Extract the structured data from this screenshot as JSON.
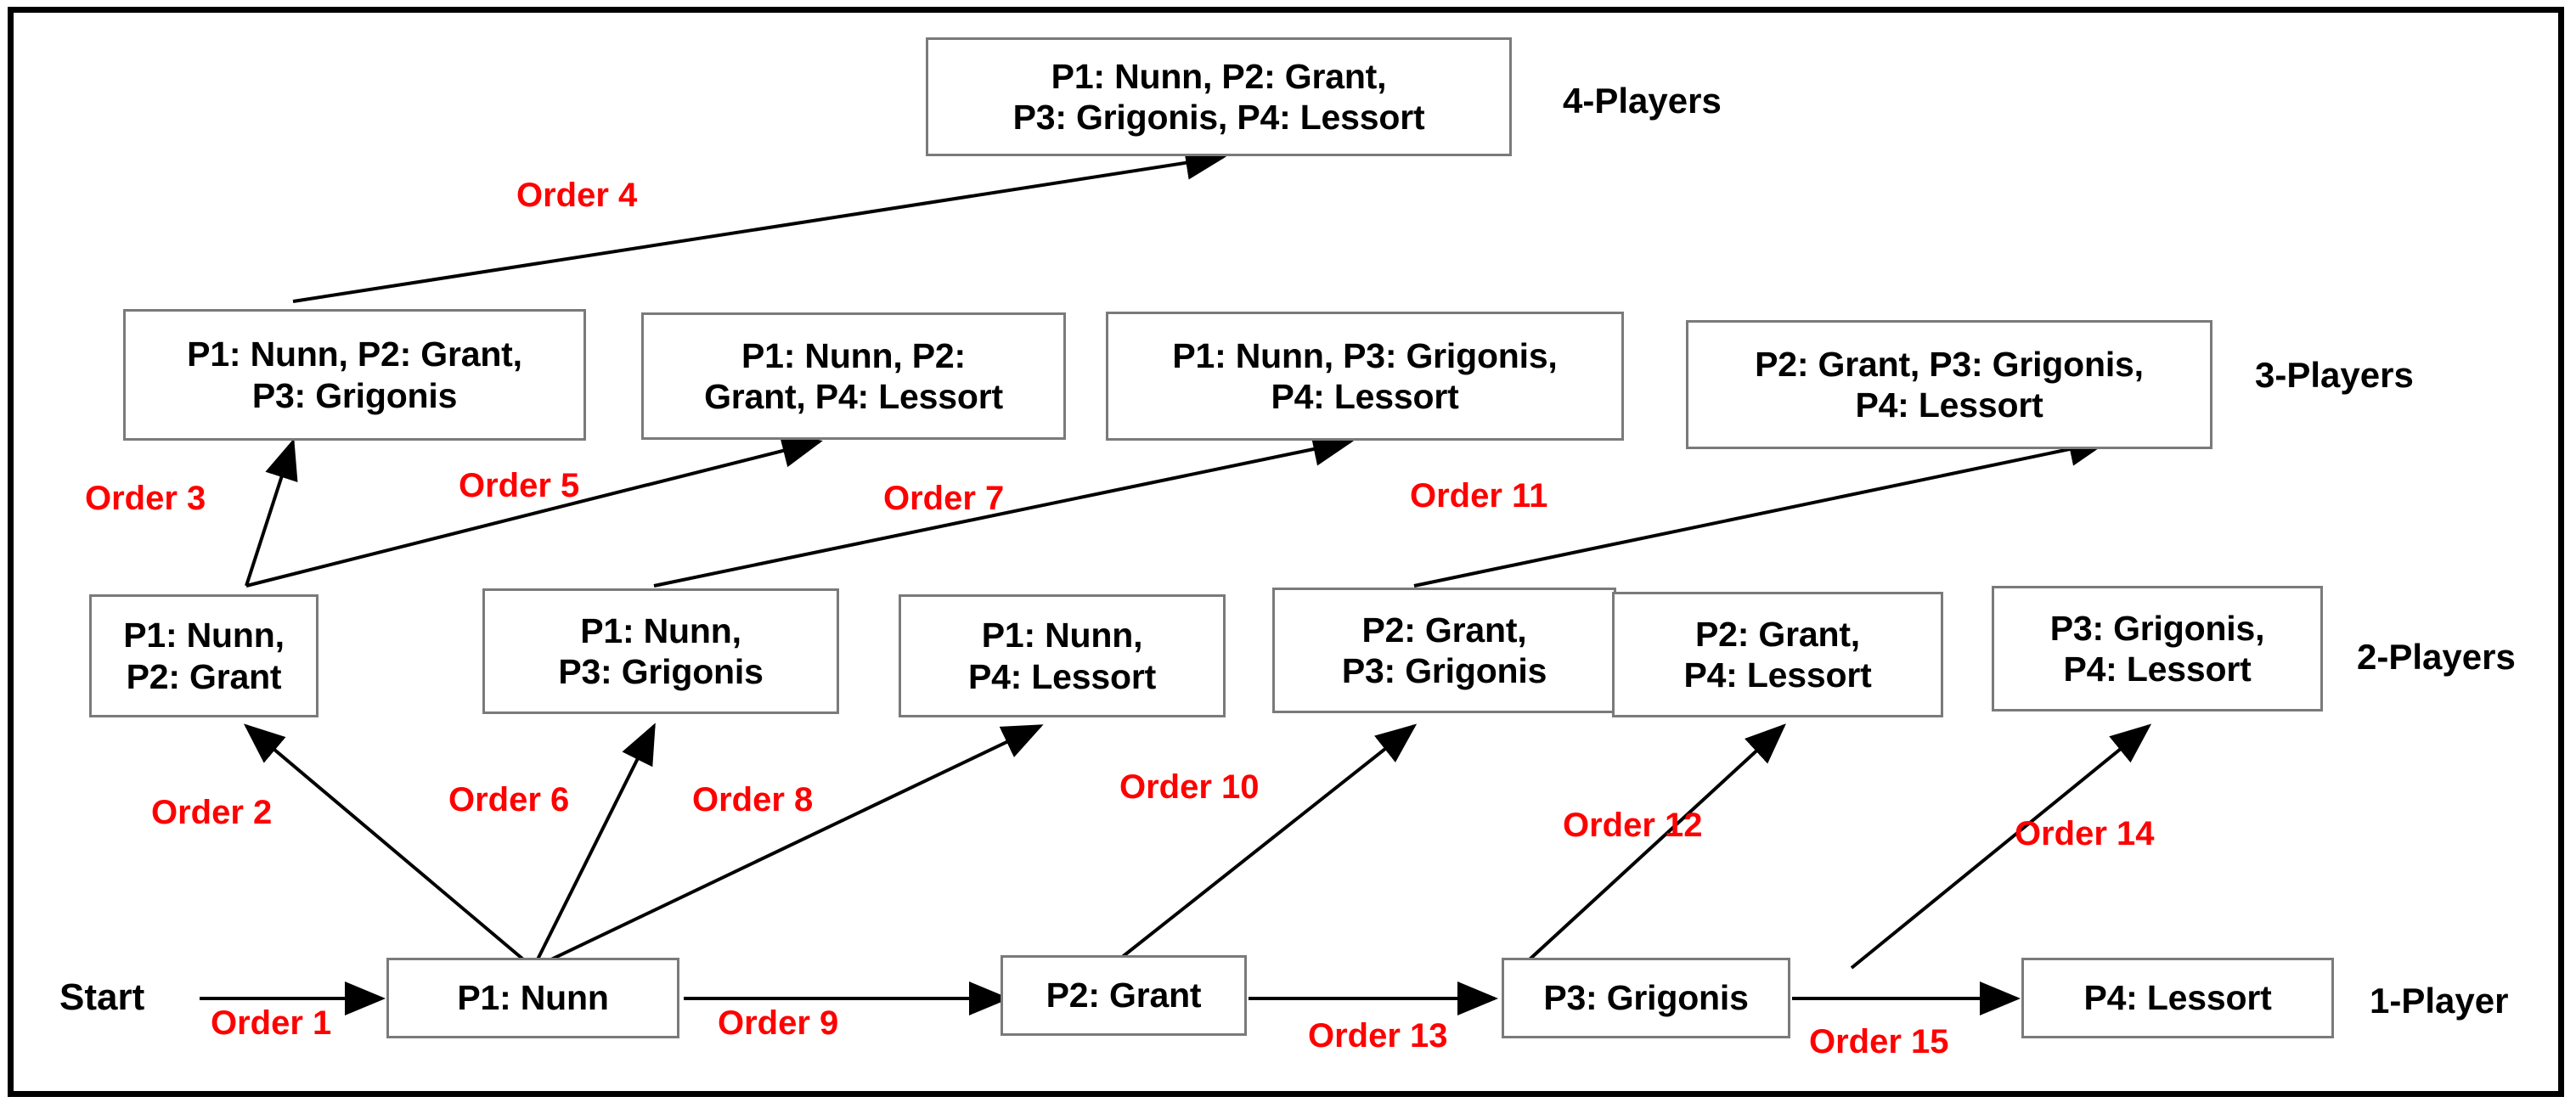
{
  "diagram": {
    "title": "Sequential player combination expansion tree",
    "start_label": "Start",
    "edge_color": "#000000",
    "order_label_color": "#ff0000",
    "node_border_color": "#7a7a7a",
    "frame_color": "#000000",
    "background": "#ffffff",
    "row_labels": [
      {
        "id": "row-4players",
        "text": "4-Players"
      },
      {
        "id": "row-3players",
        "text": "3-Players"
      },
      {
        "id": "row-2players",
        "text": "2-Players"
      },
      {
        "id": "row-1player",
        "text": "1-Player"
      }
    ],
    "nodes": {
      "n4_1": {
        "line1": "P1: Nunn, P2: Grant,",
        "line2": "P3: Grigonis, P4: Lessort"
      },
      "n3_1": {
        "line1": "P1: Nunn, P2: Grant,",
        "line2": "P3: Grigonis"
      },
      "n3_2": {
        "line1": "P1: Nunn, P2:",
        "line2": "Grant, P4: Lessort"
      },
      "n3_3": {
        "line1": "P1: Nunn, P3: Grigonis,",
        "line2": "P4: Lessort"
      },
      "n3_4": {
        "line1": "P2: Grant, P3: Grigonis,",
        "line2": "P4: Lessort"
      },
      "n2_1": {
        "line1": "P1: Nunn,",
        "line2": "P2: Grant"
      },
      "n2_2": {
        "line1": "P1: Nunn,",
        "line2": "P3: Grigonis"
      },
      "n2_3": {
        "line1": "P1: Nunn,",
        "line2": "P4: Lessort"
      },
      "n2_4": {
        "line1": "P2: Grant,",
        "line2": "P3: Grigonis"
      },
      "n2_5": {
        "line1": "P2: Grant,",
        "line2": "P4: Lessort"
      },
      "n2_6": {
        "line1": "P3: Grigonis,",
        "line2": "P4: Lessort"
      },
      "n1_1": {
        "line1": "P1: Nunn",
        "line2": ""
      },
      "n1_2": {
        "line1": "P2: Grant",
        "line2": ""
      },
      "n1_3": {
        "line1": "P3: Grigonis",
        "line2": ""
      },
      "n1_4": {
        "line1": "P4:  Lessort",
        "line2": ""
      }
    },
    "orders": [
      {
        "id": "order-1",
        "text": "Order 1",
        "from": "start",
        "to": "n1_1"
      },
      {
        "id": "order-2",
        "text": "Order 2",
        "from": "n1_1",
        "to": "n2_1"
      },
      {
        "id": "order-3",
        "text": "Order 3",
        "from": "n2_1",
        "to": "n3_1"
      },
      {
        "id": "order-4",
        "text": "Order 4",
        "from": "n3_1",
        "to": "n4_1"
      },
      {
        "id": "order-5",
        "text": "Order 5",
        "from": "n2_1",
        "to": "n3_2"
      },
      {
        "id": "order-6",
        "text": "Order 6",
        "from": "n1_1",
        "to": "n2_2"
      },
      {
        "id": "order-7",
        "text": "Order 7",
        "from": "n2_2",
        "to": "n3_3"
      },
      {
        "id": "order-8",
        "text": "Order 8",
        "from": "n1_1",
        "to": "n2_3"
      },
      {
        "id": "order-9",
        "text": "Order 9",
        "from": "n1_1",
        "to": "n1_2"
      },
      {
        "id": "order-10",
        "text": "Order 10",
        "from": "n1_2",
        "to": "n2_4"
      },
      {
        "id": "order-11",
        "text": "Order 11",
        "from": "n2_4",
        "to": "n3_4"
      },
      {
        "id": "order-12",
        "text": "Order 12",
        "from": "n1_2",
        "to": "n2_5"
      },
      {
        "id": "order-13",
        "text": "Order 13",
        "from": "n1_2",
        "to": "n1_3"
      },
      {
        "id": "order-14",
        "text": "Order 14",
        "from": "n1_3",
        "to": "n2_6"
      },
      {
        "id": "order-15",
        "text": "Order 15",
        "from": "n1_3",
        "to": "n1_4"
      }
    ]
  }
}
